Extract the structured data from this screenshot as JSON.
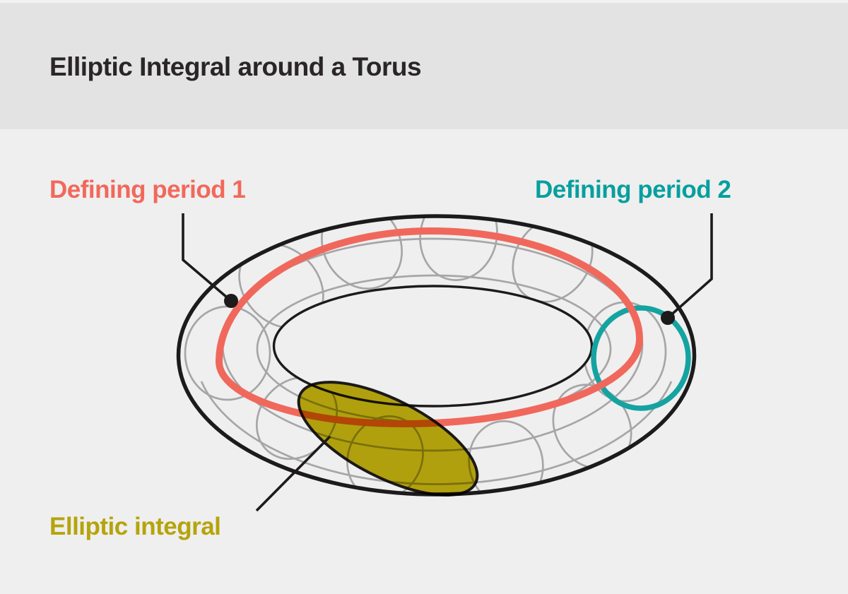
{
  "title": {
    "text": "Elliptic Integral around a Torus",
    "color": "#2a2627"
  },
  "background": {
    "header": "#e3e3e3",
    "canvas": "#efefef"
  },
  "annotations": [
    {
      "id": "period1",
      "text": "Defining period 1",
      "color": "#f2685c"
    },
    {
      "id": "period2",
      "text": "Defining period 2",
      "color": "#089f9f"
    },
    {
      "id": "integral",
      "text": "Elliptic integral",
      "color": "#b5a40b"
    }
  ],
  "diagram": {
    "subject": "torus wireframe with two defining period loops and an elliptic integral cross-section",
    "colors": {
      "outline": "#1d1a1b",
      "mesh": "#a6a6a8",
      "period1_curve": "#f0685c",
      "period2_curve": "#14a3a1",
      "integral_fill": "#bcab0e",
      "leader": "#1d1a1b"
    }
  }
}
